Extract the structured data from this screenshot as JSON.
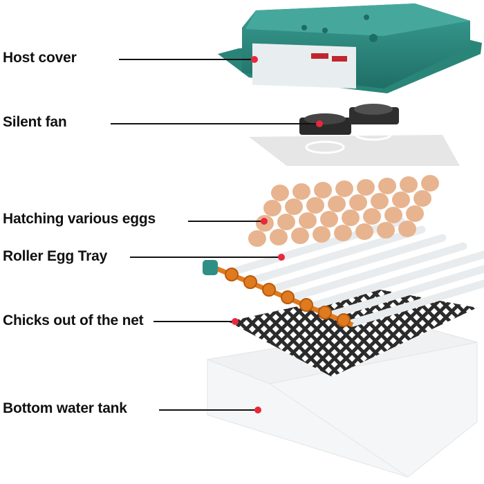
{
  "labels": {
    "host_cover": "Host cover",
    "silent_fan": "Silent fan",
    "eggs": "Hatching various eggs",
    "roller_tray": "Roller Egg Tray",
    "net": "Chicks out of the net",
    "water_tank": "Bottom water tank"
  },
  "colors": {
    "cover": "#2f8f85",
    "cover_dark": "#1f6f66",
    "marker": "#e8283c",
    "egg": "#e7b48f",
    "roller_gear": "#e07a1e",
    "net": "#2b2b2b"
  }
}
